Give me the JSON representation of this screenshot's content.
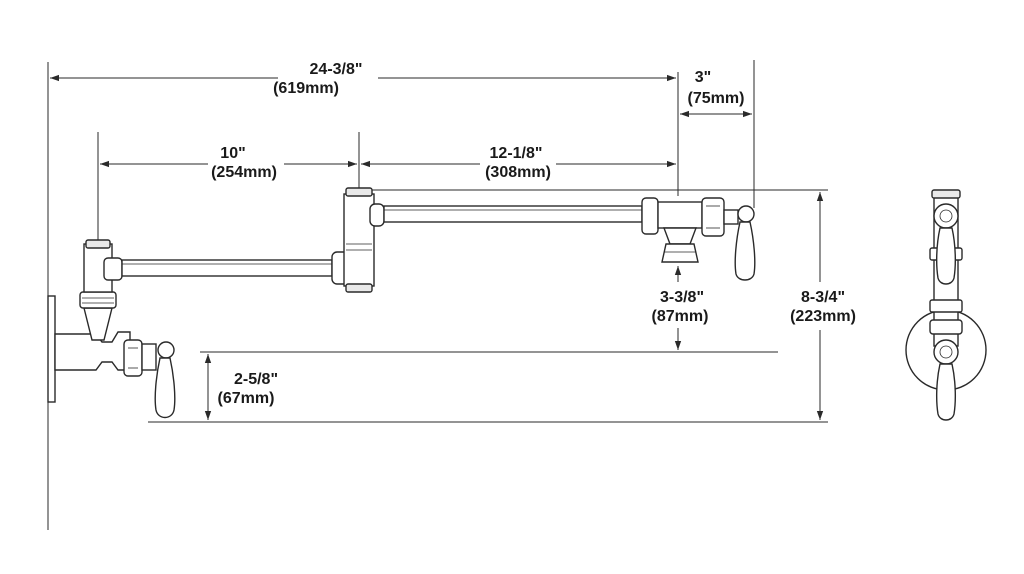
{
  "dimensions": {
    "overall": {
      "imperial": "24-3/8\"",
      "metric": "(619mm)"
    },
    "spout_offset": {
      "imperial": "3\"",
      "metric": "(75mm)"
    },
    "first_arm": {
      "imperial": "10\"",
      "metric": "(254mm)"
    },
    "second_arm": {
      "imperial": "12-1/8\"",
      "metric": "(308mm)"
    },
    "spout_height": {
      "imperial": "3-3/8\"",
      "metric": "(87mm)"
    },
    "total_height": {
      "imperial": "8-3/4\"",
      "metric": "(223mm)"
    },
    "inlet_height": {
      "imperial": "2-5/8\"",
      "metric": "(67mm)"
    }
  }
}
